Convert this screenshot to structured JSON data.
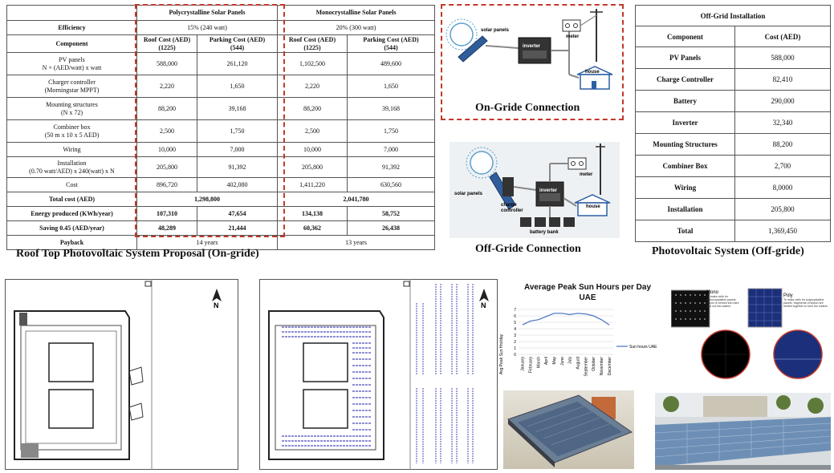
{
  "main_table": {
    "header_poly": "Polycrystalline Solar Panels",
    "header_mono": "Monocrystalline Solar Panels",
    "efficiency_label": "Efficiency",
    "efficiency_poly": "15% (240 watt)",
    "efficiency_mono": "20% (300 watt)",
    "component_label": "Component",
    "col_roof_poly": "Roof Cost (AED)\n(1225)",
    "col_parking_poly": "Parking Cost (AED)\n(544)",
    "col_roof_mono": "Roof Cost (AED)\n(1225)",
    "col_parking_mono": "Parking Cost (AED)\n(544)",
    "rows": [
      {
        "label": "PV panels\nN × (AED/watt) x  watt",
        "v": [
          "588,000",
          "261,120",
          "1,102,500",
          "489,600"
        ]
      },
      {
        "label": "Charger controller\n(Morningstar MPPT)",
        "v": [
          "2,220",
          "1,650",
          "2,220",
          "1,650"
        ]
      },
      {
        "label": "Mounting structures\n(N x 72)",
        "v": [
          "88,200",
          "39,168",
          "88,200",
          "39,168"
        ]
      },
      {
        "label": "Combiner box\n(50 m x 10  x 5 AED)",
        "v": [
          "2,500",
          "1,750",
          "2,500",
          "1,750"
        ]
      },
      {
        "label": "Wiring",
        "v": [
          "10,000",
          "7,000",
          "10,000",
          "7,000"
        ]
      },
      {
        "label": "Installation\n(0.70 watt/AED) x 240(watt) x N",
        "v": [
          "205,800",
          "91,392",
          "205,800",
          "91,392"
        ]
      },
      {
        "label": "Cost",
        "v": [
          "896,720",
          "402,080",
          "1,411,220",
          "630,560"
        ]
      }
    ],
    "total_label": "Total cost (AED)",
    "total_poly": "1,298,800",
    "total_mono": "2,041,780",
    "energy_label": "Energy produced (KWh/year)",
    "energy": [
      "107,310",
      "47,654",
      "134,138",
      "58,752"
    ],
    "saving_label": "Saving 0.45  (AED/year)",
    "saving": [
      "48,289",
      "21,444",
      "60,362",
      "26,438"
    ],
    "payback_label": "Payback",
    "payback_poly": "14 years",
    "payback_mono": "13 years"
  },
  "captions": {
    "rooftop": "Roof Top Photovoltaic System Proposal (On-gride)",
    "ongrid": "On-Gride Connection",
    "offgrid": "Off-Gride Connection",
    "pv_offgrid": "Photovoltaic System (Off-gride)"
  },
  "diagram_labels": {
    "solar_panels": "solar panels",
    "inverter": "inverter",
    "meter": "meter",
    "house": "house",
    "charge_controller": "charge\ncontroller",
    "battery_bank": "battery bank"
  },
  "off_table": {
    "title": "Off-Grid Installation",
    "col_component": "Component",
    "col_cost": "Cost (AED)",
    "rows": [
      {
        "c": "PV Panels",
        "v": "588,000"
      },
      {
        "c": "Charge Controller",
        "v": "82,410"
      },
      {
        "c": "Battery",
        "v": "290,000"
      },
      {
        "c": "Inverter",
        "v": "32,340"
      },
      {
        "c": "Mounting Structures",
        "v": "88,200"
      },
      {
        "c": "Combiner Box",
        "v": "2,700"
      },
      {
        "c": "Wiring",
        "v": "8,0000"
      },
      {
        "c": "Installation",
        "v": "205,800"
      },
      {
        "c": "Total",
        "v": "1,369,450"
      }
    ]
  },
  "north_label": "N",
  "panels": {
    "mono_title": "Mono",
    "mono_text": "To make cells for monocrystalline panels, silicon is formed into bars and cut into wafers",
    "poly_title": "Poly",
    "poly_text": "To make cells for polycrystalline panels, fragments of silicon are melted together to form the wafers"
  },
  "chart_data": {
    "type": "line",
    "title": "Average Peak Sun Hours per Day\nUAE",
    "ylabel": "Avg Peak Sun Hrs/day",
    "xlabel": "",
    "categories": [
      "January",
      "February",
      "March",
      "April",
      "May",
      "June",
      "July",
      "August",
      "September",
      "October",
      "November",
      "December"
    ],
    "series": [
      {
        "name": "Sun hours UAE",
        "values": [
          4.6,
          5.2,
          5.4,
          5.9,
          6.4,
          6.4,
          6.2,
          6.4,
          6.3,
          6.0,
          5.4,
          4.6
        ]
      }
    ],
    "ylim": [
      0,
      7
    ],
    "yticks": [
      "0",
      "1",
      "2",
      "3",
      "4",
      "5",
      "6",
      "7"
    ],
    "grid": true,
    "legend": "right",
    "line_color": "#4472c4"
  }
}
